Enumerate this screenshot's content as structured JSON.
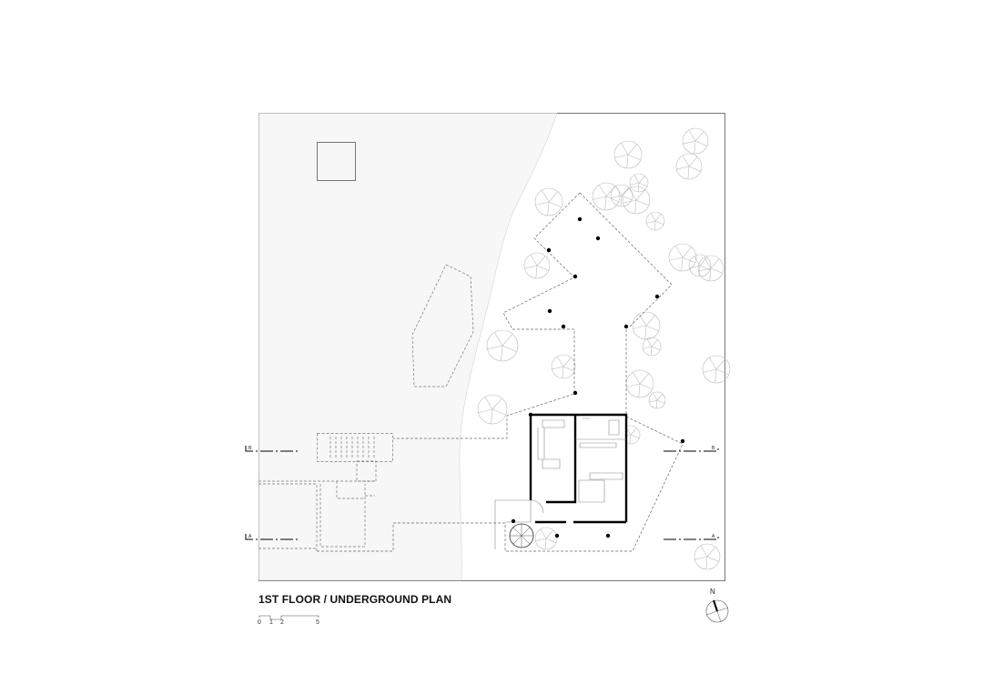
{
  "title": "1ST FLOOR / UNDERGROUND PLAN",
  "scale_bar": {
    "ticks": [
      "0",
      "1",
      "2",
      "5"
    ]
  },
  "north_label": "N",
  "sections": {
    "a": "A",
    "b": "B"
  },
  "colors": {
    "line": "#555555",
    "wall": "#000000",
    "landscape_fill": "#f7f7f7",
    "tree": "#bbbbbb"
  }
}
